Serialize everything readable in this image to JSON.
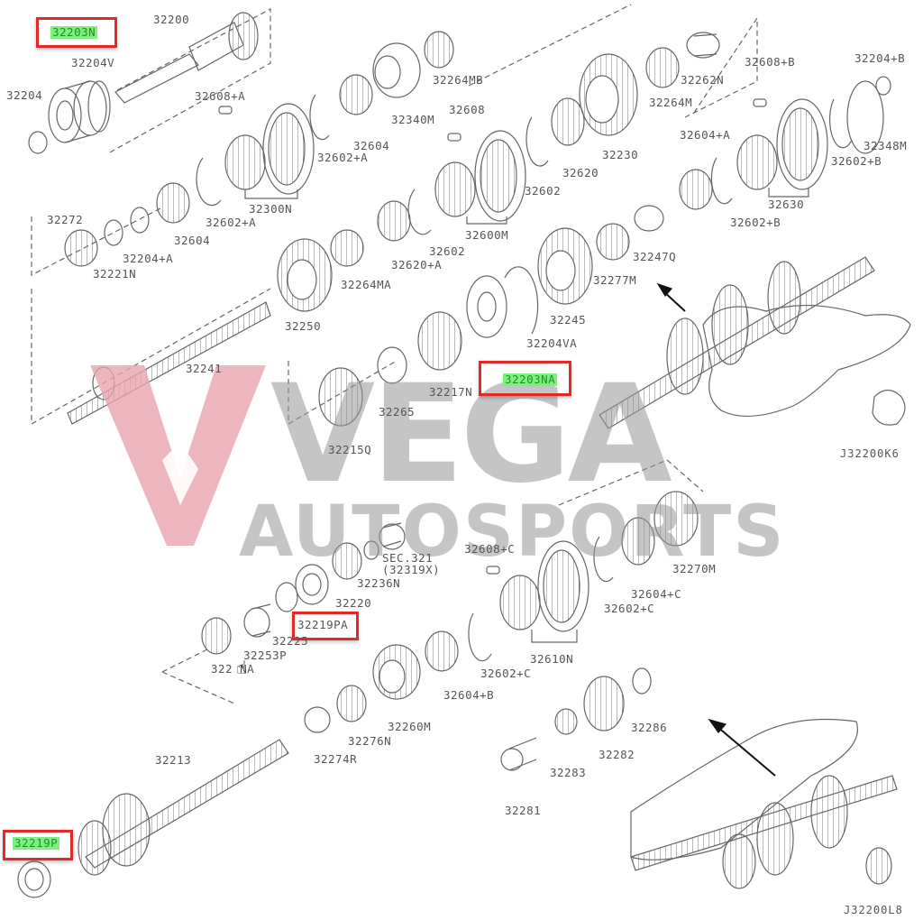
{
  "watermark": {
    "brand_line1": "VEGA",
    "brand_line2": "AUTOSPORTS",
    "logo_color": "#e8a3ad",
    "text_color": "#9a9a9a"
  },
  "highlight": {
    "box_color": "#e02a2a",
    "fill_color": "#7cf27c"
  },
  "diagram_refs": {
    "upper": "J32200K6",
    "lower": "J32200L8"
  },
  "labels": {
    "p32203N": "32203N",
    "p32200": "32200",
    "p32204V": "32204V",
    "p32204": "32204",
    "p32608A": "32608+A",
    "p32264MB": "32264MB",
    "p32340M": "32340M",
    "p32604a": "32604",
    "p32602A1": "32602+A",
    "p32608": "32608",
    "p32620": "32620",
    "p32602a": "32602",
    "p32230": "32230",
    "p32262N": "32262N",
    "p32264M": "32264M",
    "p32608B": "32608+B",
    "p32204B": "32204+B",
    "p32348M": "32348M",
    "p32602B1": "32602+B",
    "p32604A": "32604+A",
    "p32630": "32630",
    "p32602B2": "32602+B",
    "p32300N": "32300N",
    "p32602A2": "32602+A",
    "p32272": "32272",
    "p32604b": "32604",
    "p32204A": "32204+A",
    "p32221N": "32221N",
    "p32600M": "32600M",
    "p32602b": "32602",
    "p32620A": "32620+A",
    "p32264MA": "32264MA",
    "p32250": "32250",
    "p32247Q": "32247Q",
    "p32277M": "32277M",
    "p32245": "32245",
    "p32204VA": "32204VA",
    "p32203NA": "32203NA",
    "p32217N": "32217N",
    "p32241": "32241",
    "p32265": "32265",
    "p32215Q": "32215Q",
    "pSEC": "SEC.321",
    "pSECsub": "(32319X)",
    "p32236N": "32236N",
    "p32220": "32220",
    "p32219PA": "32219PA",
    "p32225": "32225",
    "p32253P": "32253P",
    "p322NA": "322  NA",
    "p32608C": "32608+C",
    "p32270M": "32270M",
    "p32604C": "32604+C",
    "p32602C1": "32602+C",
    "p32610N": "32610N",
    "p32602C2": "32602+C",
    "p32604B": "32604+B",
    "p32260M": "32260M",
    "p32276N": "32276N",
    "p32274R": "32274R",
    "p32286": "32286",
    "p32282": "32282",
    "p32283": "32283",
    "p32281": "32281",
    "p32213": "32213",
    "p32219P": "32219P"
  }
}
